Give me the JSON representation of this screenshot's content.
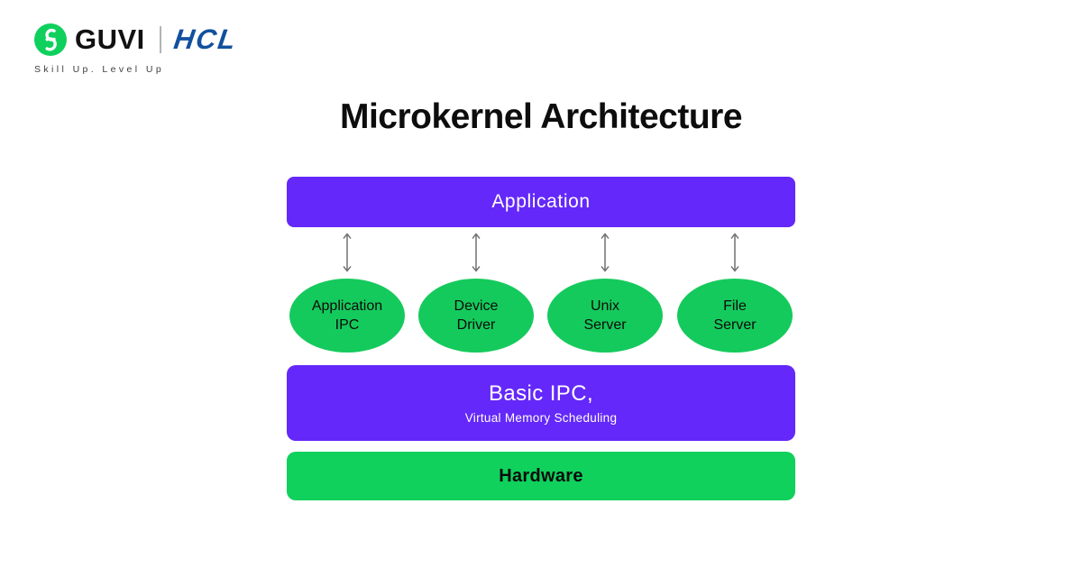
{
  "brand": {
    "guvi_label": "GUVI",
    "hcl_label": "HCL",
    "tagline": "Skill Up. Level Up",
    "colors": {
      "guvi_green": "#0FD05C",
      "hcl_blue": "#11519E"
    }
  },
  "title": "Microkernel Architecture",
  "diagram": {
    "application_bar": {
      "label": "Application",
      "color": "#6428FA",
      "text_color": "#FFFFFF"
    },
    "arrows": {
      "count": 4,
      "direction": "bidirectional-vertical",
      "color": "#666666"
    },
    "services": [
      {
        "line1": "Application",
        "line2": "IPC"
      },
      {
        "line1": "Device",
        "line2": "Driver"
      },
      {
        "line1": "Unix",
        "line2": "Server"
      },
      {
        "line1": "File",
        "line2": "Server"
      }
    ],
    "service_color": "#15CA5C",
    "basic_ipc_bar": {
      "title": "Basic IPC,",
      "subtitle": "Virtual Memory Scheduling",
      "color": "#6428FA",
      "text_color": "#FFFFFF"
    },
    "hardware_bar": {
      "label": "Hardware",
      "color": "#0FD15C",
      "text_color": "#0B0B0B"
    }
  }
}
